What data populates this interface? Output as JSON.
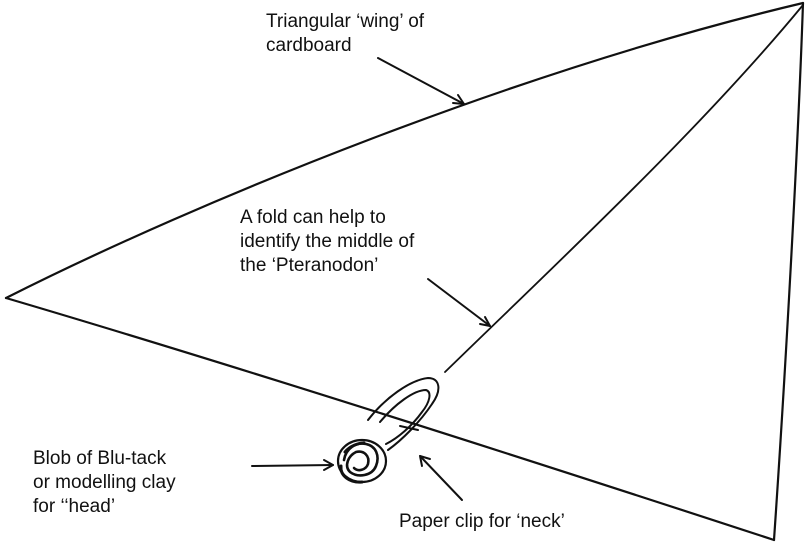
{
  "diagram": {
    "labels": {
      "wing": [
        "Triangular ‘wing’ of",
        "cardboard"
      ],
      "fold": [
        "A fold can help to",
        "identify the middle of",
        "the ‘Pteranodon’"
      ],
      "head": [
        "Blob of Blu-tack",
        "or modelling clay",
        "for ‘‘head’"
      ],
      "neck": [
        "Paper clip for ‘neck’"
      ]
    },
    "colors": {
      "ink": "#111111",
      "background": "#ffffff"
    }
  }
}
